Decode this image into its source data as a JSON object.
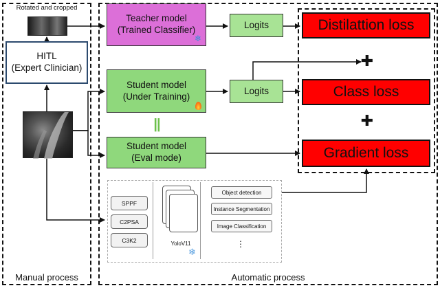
{
  "manual": {
    "caption": "Rotated and cropped",
    "hitl_line1": "HITL",
    "hitl_line2": "(Expert Clinician)",
    "label": "Manual process"
  },
  "automatic": {
    "label": "Automatic process"
  },
  "teacher": {
    "line1": "Teacher model",
    "line2": "(Trained Classifier)",
    "icon": "snowflake-icon"
  },
  "student_train": {
    "line1": "Student model",
    "line2": "(Under Training)",
    "icon": "fire-icon"
  },
  "student_eval": {
    "line1": "Student model",
    "line2": "(Eval mode)"
  },
  "logits_top": "Logits",
  "logits_mid": "Logits",
  "equals_symbol": "||",
  "losses": {
    "distillation": "Distilattion loss",
    "class": "Class loss",
    "gradient": "Gradient loss",
    "plus": "✚"
  },
  "yolo": {
    "modules": [
      "SPPF",
      "C2PSA",
      "C3K2"
    ],
    "tasks": [
      "Object detection",
      "Instance Segmentation",
      "Image Classification"
    ],
    "ellipsis": "⋮",
    "name": "YoloV11"
  },
  "colors": {
    "teacher": "#dc6fd8",
    "student": "#8fd87c",
    "logits": "#a8e395",
    "loss": "#ff0000",
    "hitl_border": "#2c4a6e"
  }
}
